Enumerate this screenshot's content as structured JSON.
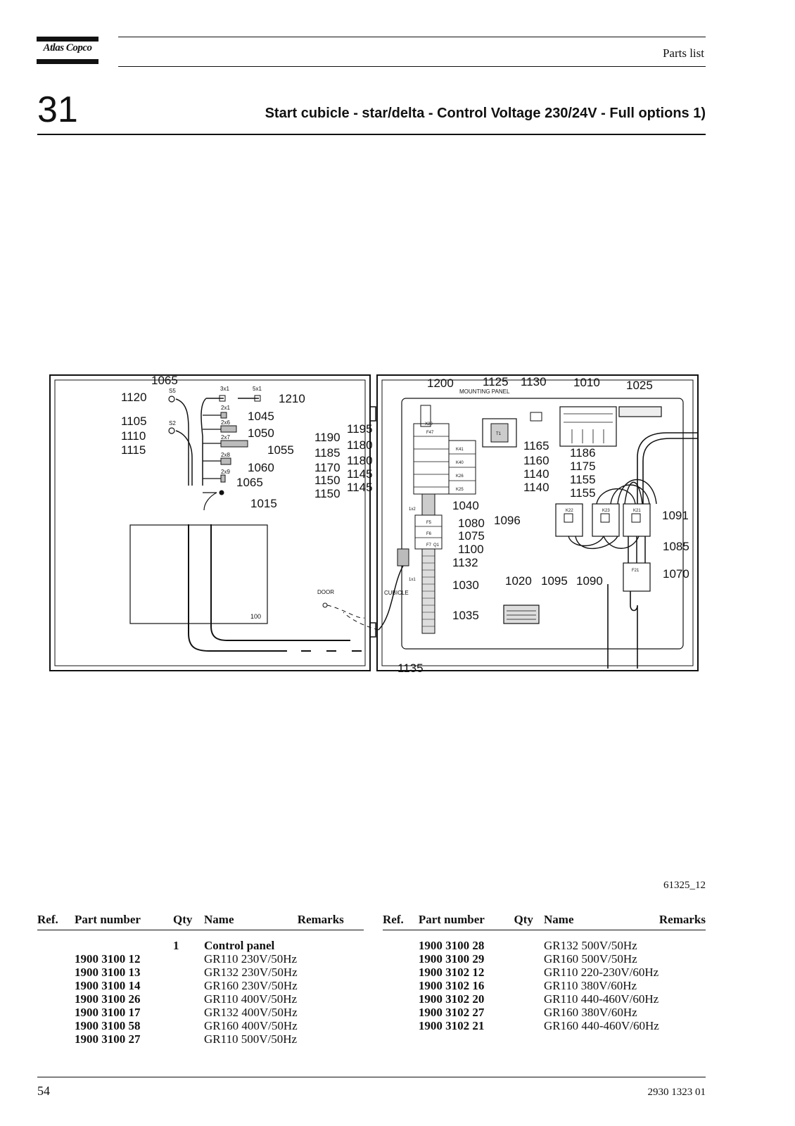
{
  "header": {
    "brand": "Atlas Copco",
    "section": "Parts list"
  },
  "chapter": "31",
  "title": "Start cubicle - star/delta - Control Voltage 230/24V - Full options 1)",
  "diagram": {
    "ref_labels": [
      "1065",
      "1120",
      "1105",
      "1110",
      "1115",
      "1045",
      "1050",
      "1055",
      "1060",
      "1065",
      "1210",
      "1015",
      "1195",
      "1190",
      "1180",
      "1185",
      "1180",
      "1170",
      "1145",
      "1150",
      "1145",
      "1150",
      "1200",
      "1125",
      "1130",
      "1010",
      "1025",
      "1165",
      "1186",
      "1160",
      "1175",
      "1140",
      "1155",
      "1140",
      "1155",
      "1040",
      "1080",
      "1075",
      "1100",
      "1132",
      "1030",
      "1035",
      "1096",
      "1091",
      "1085",
      "1070",
      "1020",
      "1095",
      "1090",
      "1135"
    ],
    "small_labels": {
      "s5": "S5",
      "s2": "S2",
      "c3x1": "3x1",
      "c5x1": "5x1",
      "c2x1": "2x1",
      "c2x6": "2x6",
      "c2x7": "2x7",
      "c2x8": "2x8",
      "c2x9": "2x9",
      "plate": "100",
      "door": "DOOR",
      "cubicle": "CUBICLE",
      "mounting_panel": "MOUNTING PANEL",
      "x20": "X20",
      "f47": "F47",
      "t1": "T1",
      "k41": "K41",
      "k40": "K40",
      "k26": "K26",
      "k25": "K25",
      "f5": "F5",
      "f6": "F6",
      "f7": "F7",
      "q1": "Q1",
      "k22": "K22",
      "k23": "K23",
      "k21": "K21",
      "f21": "F21",
      "x2": "1x2",
      "x1": "1x1"
    }
  },
  "drawing_number": "61325_12",
  "table": {
    "headers": {
      "ref": "Ref.",
      "part_number": "Part number",
      "qty": "Qty",
      "name": "Name",
      "remarks": "Remarks"
    },
    "left_rows": [
      {
        "ref": "",
        "part_number": "",
        "qty": "1",
        "name": "Control panel",
        "remarks": "",
        "bold_name": true
      },
      {
        "ref": "",
        "part_number": "1900 3100 12",
        "qty": "",
        "name": "GR110 230V/50Hz",
        "remarks": ""
      },
      {
        "ref": "",
        "part_number": "1900 3100 13",
        "qty": "",
        "name": "GR132 230V/50Hz",
        "remarks": ""
      },
      {
        "ref": "",
        "part_number": "1900 3100 14",
        "qty": "",
        "name": "GR160 230V/50Hz",
        "remarks": ""
      },
      {
        "ref": "",
        "part_number": "1900 3100 26",
        "qty": "",
        "name": "GR110 400V/50Hz",
        "remarks": ""
      },
      {
        "ref": "",
        "part_number": "1900 3100 17",
        "qty": "",
        "name": "GR132 400V/50Hz",
        "remarks": ""
      },
      {
        "ref": "",
        "part_number": "1900 3100 58",
        "qty": "",
        "name": "GR160 400V/50Hz",
        "remarks": ""
      },
      {
        "ref": "",
        "part_number": "1900 3100 27",
        "qty": "",
        "name": "GR110 500V/50Hz",
        "remarks": ""
      }
    ],
    "right_rows": [
      {
        "ref": "",
        "part_number": "1900 3100 28",
        "qty": "",
        "name": "GR132 500V/50Hz",
        "remarks": ""
      },
      {
        "ref": "",
        "part_number": "1900 3100 29",
        "qty": "",
        "name": "GR160 500V/50Hz",
        "remarks": ""
      },
      {
        "ref": "",
        "part_number": "1900 3102 12",
        "qty": "",
        "name": "GR110 220-230V/60Hz",
        "remarks": ""
      },
      {
        "ref": "",
        "part_number": "1900 3102 16",
        "qty": "",
        "name": "GR110 380V/60Hz",
        "remarks": ""
      },
      {
        "ref": "",
        "part_number": "1900 3102 20",
        "qty": "",
        "name": "GR110 440-460V/60Hz",
        "remarks": ""
      },
      {
        "ref": "",
        "part_number": "1900 3102 27",
        "qty": "",
        "name": "GR160 380V/60Hz",
        "remarks": ""
      },
      {
        "ref": "",
        "part_number": "1900 3102 21",
        "qty": "",
        "name": "GR160 440-460V/60Hz",
        "remarks": ""
      }
    ]
  },
  "footer": {
    "page_number": "54",
    "document_number": "2930 1323 01"
  }
}
